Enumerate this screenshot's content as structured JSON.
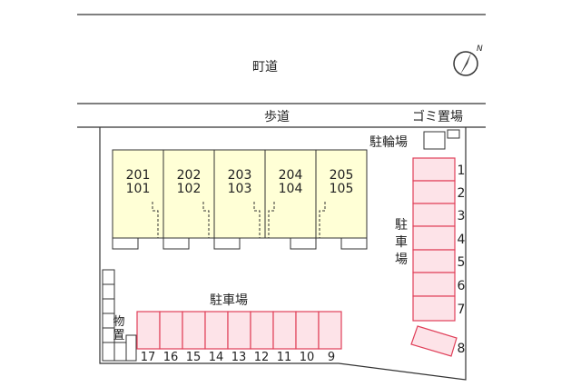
{
  "road": {
    "label": "町道"
  },
  "sidewalk": {
    "label": "歩道"
  },
  "compass": {
    "letter": "N"
  },
  "garbage": {
    "label": "ゴミ置場"
  },
  "bicycle": {
    "label": "駐輪場"
  },
  "storage": {
    "label": "物置"
  },
  "parking_right": {
    "label": "駐車場",
    "numbers": [
      "1",
      "2",
      "3",
      "4",
      "5",
      "6",
      "7",
      "8"
    ]
  },
  "parking_bottom": {
    "label": "駐車場",
    "numbers": [
      "17",
      "16",
      "15",
      "14",
      "13",
      "12",
      "11",
      "10",
      "9"
    ]
  },
  "units": [
    {
      "upper": "201",
      "lower": "101"
    },
    {
      "upper": "202",
      "lower": "102"
    },
    {
      "upper": "203",
      "lower": "103"
    },
    {
      "upper": "204",
      "lower": "104"
    },
    {
      "upper": "205",
      "lower": "105"
    }
  ],
  "colors": {
    "building_fill": "#ffffd6",
    "parking_fill": "#fde3e8",
    "parking_stroke": "#e0405a",
    "line": "#333333"
  }
}
